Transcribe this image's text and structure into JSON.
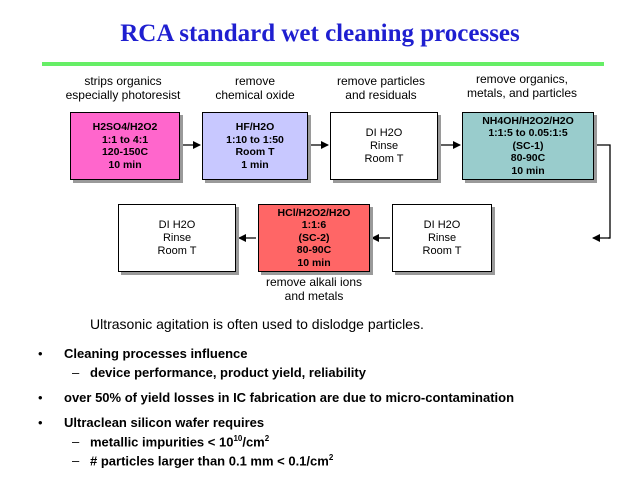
{
  "title": "RCA standard wet cleaning processes",
  "colors": {
    "title": "#1f1fd0",
    "rule": "#66ee66",
    "sulfuric": "#ff66cc",
    "hf": "#c8c8ff",
    "sc1": "#99cccc",
    "sc2": "#ff6666",
    "rinse": "#ffffff"
  },
  "captions": {
    "c1a": "strips organics",
    "c1b": "especially photoresist",
    "c2a": "remove",
    "c2b": "chemical oxide",
    "c3a": "remove particles",
    "c3b": "and residuals",
    "c4a": "remove organics,",
    "c4b": "metals, and particles",
    "c5a": "remove alkali ions",
    "c5b": "and metals"
  },
  "steps": {
    "piranha": [
      "H2SO4/H2O2",
      "1:1 to 4:1",
      "120-150C",
      "10 min"
    ],
    "hf": [
      "HF/H2O",
      "1:10 to 1:50",
      "Room T",
      "1 min"
    ],
    "rinse1": [
      "DI H2O",
      "Rinse",
      "Room T"
    ],
    "sc1": [
      "NH4OH/H2O2/H2O",
      "1:1:5 to 0.05:1:5",
      "(SC-1)",
      "80-90C",
      "10 min"
    ],
    "rinse2": [
      "DI H2O",
      "Rinse",
      "Room T"
    ],
    "sc2": [
      "HCl/H2O2/H2O",
      "1:1:6",
      "(SC-2)",
      "80-90C",
      "10 min"
    ],
    "rinse3": [
      "DI H2O",
      "Rinse",
      "Room T"
    ]
  },
  "note": "Ultrasonic agitation is often used to dislodge particles.",
  "bullets": {
    "b1": "Cleaning processes influence",
    "b1s1": "device performance, product yield, reliability",
    "b2": "over 50% of yield losses in IC fabrication are due to micro-contamination",
    "b3": "Ultraclean silicon wafer requires",
    "b3s1_pre": "metallic impurities < 10",
    "b3s1_exp": "10",
    "b3s1_post": "/cm",
    "b3s1_exp2": "2",
    "b3s2_pre": "# particles larger than 0.1 mm < 0.1/cm",
    "b3s2_exp": "2",
    "bullet_char": "•",
    "dash_char": "–"
  }
}
